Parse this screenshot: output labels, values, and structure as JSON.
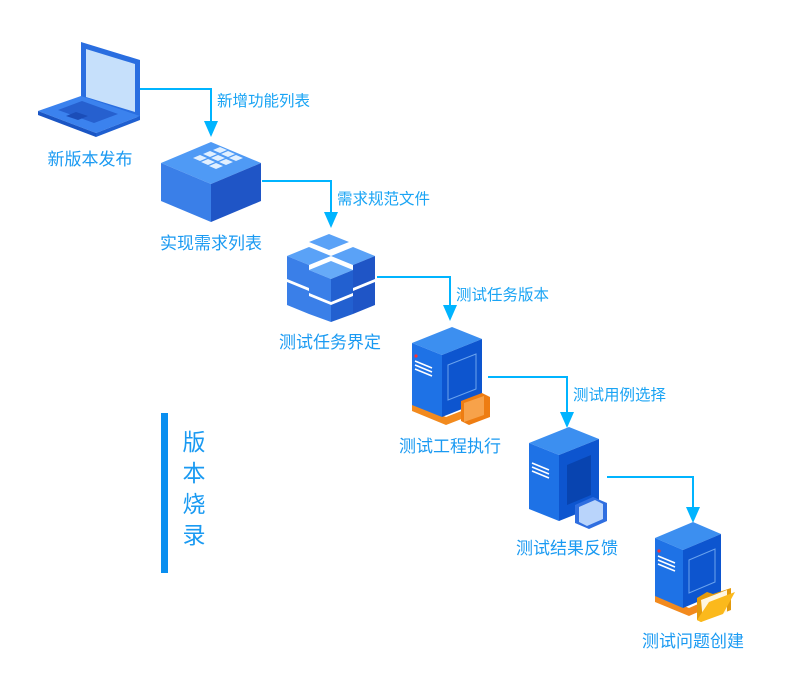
{
  "colors": {
    "connector": "#00b4ff",
    "label": "#1a9af2",
    "bar": "#0a8ff0",
    "icon_blue": "#1f6fe0",
    "accent_orange": "#f08a1c"
  },
  "nodes": [
    {
      "label": "新版本发布",
      "icon": "laptop-icon"
    },
    {
      "label": "实现需求列表",
      "icon": "grid-box-icon"
    },
    {
      "label": "测试任务界定",
      "icon": "cube-cluster-icon"
    },
    {
      "label": "测试工程执行",
      "icon": "server-monitor-icon"
    },
    {
      "label": "测试结果反馈",
      "icon": "server-document-icon"
    },
    {
      "label": "测试问题创建",
      "icon": "server-folder-icon"
    }
  ],
  "edges": [
    {
      "label": "新增功能列表"
    },
    {
      "label": "需求规范文件"
    },
    {
      "label": "测试任务版本"
    },
    {
      "label": "测试用例选择"
    },
    {
      "label": ""
    }
  ],
  "side_label": "版本烧录"
}
